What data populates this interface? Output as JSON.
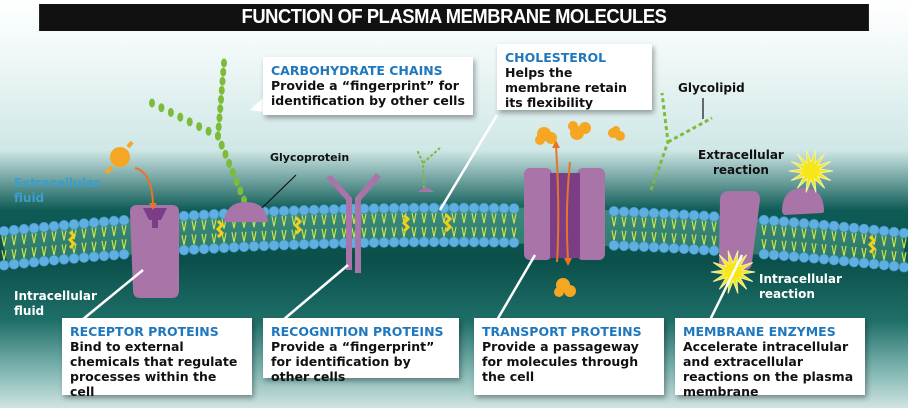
{
  "title": "FUNCTION OF PLASMA MEMBRANE MOLECULES",
  "regions": {
    "extracellular": "Extracellular fluid",
    "extracellular_line1": "Extracellular",
    "extracellular_line2": "fluid",
    "intracellular_line1": "Intracellular",
    "intracellular_line2": "fluid"
  },
  "labels": {
    "glycoprotein": "Glycoprotein",
    "glycolipid": "Glycolipid",
    "extracellular_reaction_line1": "Extracellular",
    "extracellular_reaction_line2": "reaction",
    "intracellular_reaction_line1": "Intracellular",
    "intracellular_reaction_line2": "reaction"
  },
  "callouts": {
    "carbohydrate_chains": {
      "heading": "CARBOHYDRATE CHAINS",
      "body": "Provide a “fingerprint” for identification by other cells"
    },
    "cholesterol": {
      "heading": "CHOLESTEROL",
      "body": "Helps the membrane retain its flexibility"
    },
    "receptor_proteins": {
      "heading": "RECEPTOR PROTEINS",
      "body": "Bind to external chemicals that regulate processes within the cell"
    },
    "recognition_proteins": {
      "heading": "RECOGNITION PROTEINS",
      "body": "Provide a “fingerprint” for identification by other cells"
    },
    "transport_proteins": {
      "heading": "TRANSPORT PROTEINS",
      "body": "Provide a passageway for molecules through the cell"
    },
    "membrane_enzymes": {
      "heading": "MEMBRANE ENZYMES",
      "body": "Accelerate intracellular and extracellular reactions on the plasma membrane"
    }
  },
  "colors": {
    "heading_blue": "#1f77bd",
    "extracellular_label": "#3a9fcf",
    "protein_purple": "#a974a8",
    "protein_dark": "#7a3d86",
    "phospholipid_head": "#5fb0e0",
    "carbohydrate_green": "#7dbb3a",
    "signal_orange": "#f5a623",
    "reaction_yellow": "#f6e61a"
  }
}
